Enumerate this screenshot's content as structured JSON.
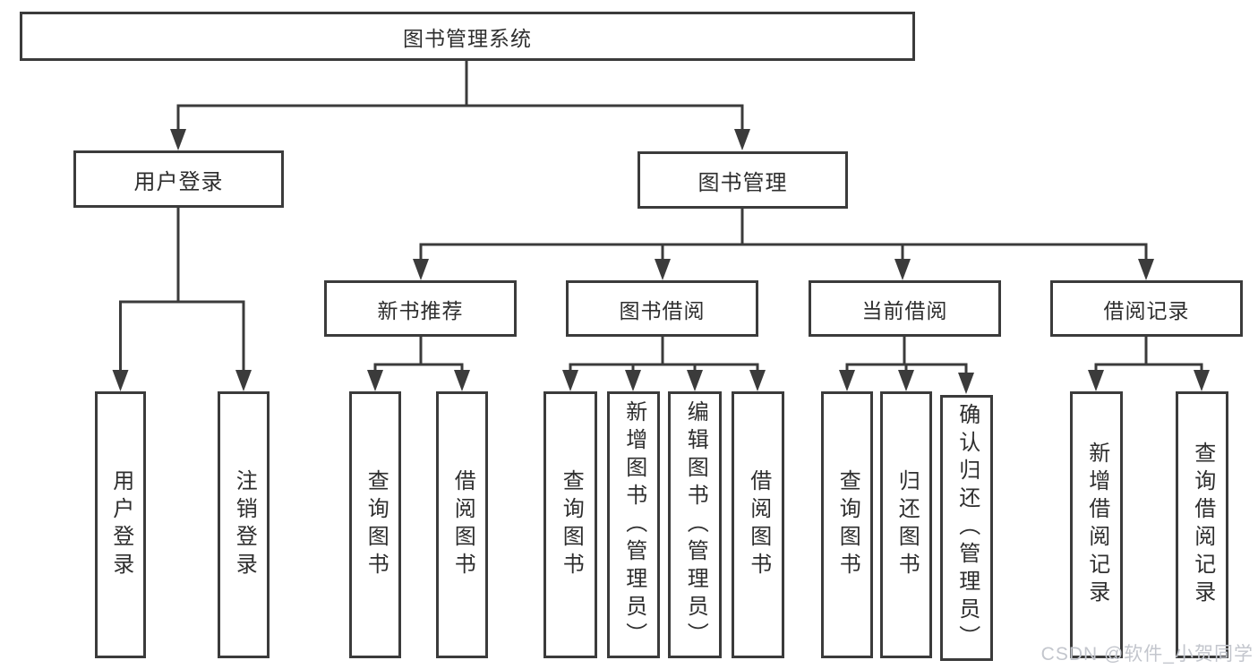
{
  "diagram": {
    "type": "hierarchy-tree",
    "title": "图书管理系统",
    "tree": {
      "label": "图书管理系统",
      "children": [
        {
          "label": "用户登录",
          "children": [
            {
              "label": "用户登录"
            },
            {
              "label": "注销登录"
            }
          ]
        },
        {
          "label": "图书管理",
          "children": [
            {
              "label": "新书推荐",
              "children": [
                {
                  "label": "查询图书"
                },
                {
                  "label": "借阅图书"
                }
              ]
            },
            {
              "label": "图书借阅",
              "children": [
                {
                  "label": "查询图书"
                },
                {
                  "label": "新增图书（管理员）"
                },
                {
                  "label": "编辑图书（管理员）"
                },
                {
                  "label": "借阅图书"
                }
              ]
            },
            {
              "label": "当前借阅",
              "children": [
                {
                  "label": "查询图书"
                },
                {
                  "label": "归还图书"
                },
                {
                  "label": "确认归还（管理员）"
                }
              ]
            },
            {
              "label": "借阅记录",
              "children": [
                {
                  "label": "新增借阅记录"
                },
                {
                  "label": "查询借阅记录"
                }
              ]
            }
          ]
        }
      ]
    },
    "watermark": "CSDN @软件_小贺同学",
    "colors": {
      "line": "#3b3b3b",
      "box_border": "#3b3b3b",
      "text": "#2e2e2e",
      "background": "#ffffff",
      "watermark": "#c3c6cd"
    }
  }
}
